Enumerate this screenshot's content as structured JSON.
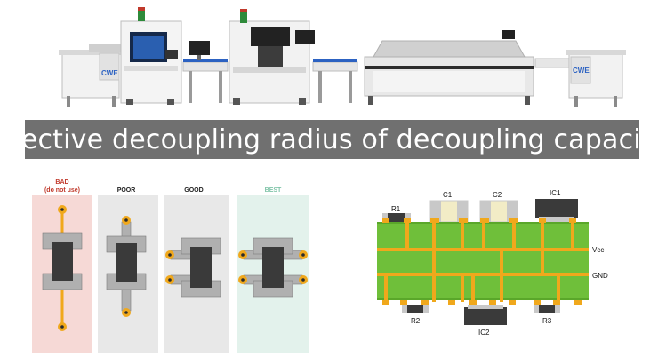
{
  "banner": {
    "title": "Effective decoupling radius of decoupling capacitor"
  },
  "machines": {
    "logo_text": "CWE",
    "items": [
      {
        "kind": "loader"
      },
      {
        "kind": "printer",
        "has_logo": true
      },
      {
        "kind": "conveyor"
      },
      {
        "kind": "pick-and-place"
      },
      {
        "kind": "conveyor"
      },
      {
        "kind": "reflow-oven"
      },
      {
        "kind": "unloader",
        "has_logo": true
      }
    ]
  },
  "layouts": {
    "panels": [
      {
        "id": "bad",
        "label": "BAD",
        "sublabel": "(do not use)",
        "label_color": "#c0392b",
        "bg_color": "#f6d9d6",
        "style": "far-vertical"
      },
      {
        "id": "poor",
        "label": "POOR",
        "sublabel": "",
        "label_color": "#222222",
        "bg_color": "#e8e8e8",
        "style": "near-vertical"
      },
      {
        "id": "good",
        "label": "GOOD",
        "sublabel": "",
        "label_color": "#222222",
        "bg_color": "#e8e8e8",
        "style": "side-vias"
      },
      {
        "id": "best",
        "label": "BEST",
        "sublabel": "",
        "label_color": "#7fc4a8",
        "bg_color": "#e3f2ec",
        "style": "double-side-vias"
      }
    ],
    "pad_color": "#b0b0b0",
    "via_color": "#f0a81c",
    "body_color": "#3a3a3a"
  },
  "pcb": {
    "board_color": "#6fbf3a",
    "trace_color": "#f0a81c",
    "labels": {
      "r1": "R1",
      "c1": "C1",
      "c2": "C2",
      "ic1": "IC1",
      "vcc": "Vcc",
      "gnd": "GND",
      "r2": "R2",
      "ic2": "IC2",
      "r3": "R3"
    }
  }
}
